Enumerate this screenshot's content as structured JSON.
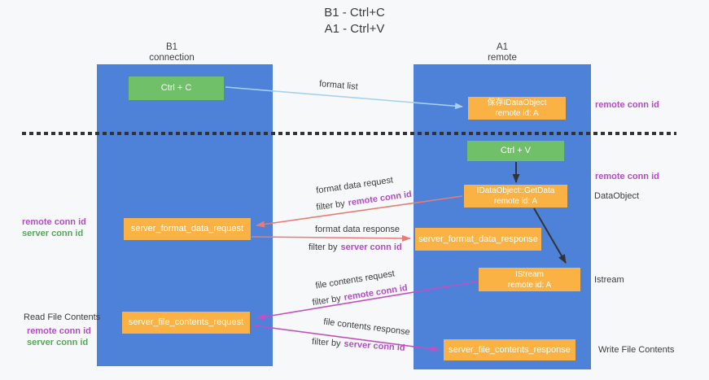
{
  "title": {
    "line1": "B1 - Ctrl+C",
    "line2": "A1 - Ctrl+V"
  },
  "columns": {
    "left": {
      "title": "B1",
      "subtitle": "connection"
    },
    "right": {
      "title": "A1",
      "subtitle": "remote"
    }
  },
  "boxes": {
    "ctrl_c": {
      "label": "Ctrl + C"
    },
    "ctrl_v": {
      "label": "Ctrl + V"
    },
    "save_idataobject": {
      "line1": "保存IDataObject",
      "line2": "remote id: A"
    },
    "getdata": {
      "line1": "IDataObject::GetData",
      "line2": "remote id: A"
    },
    "istream": {
      "line1": "IStream",
      "line2": "remote id: A"
    },
    "server_format_data_request": {
      "label": "server_format_data_request"
    },
    "server_format_data_response": {
      "label": "server_format_data_response"
    },
    "server_file_contents_request": {
      "label": "server_file_contents_request"
    },
    "server_file_contents_response": {
      "label": "server_file_contents_response"
    }
  },
  "labels": {
    "format_list": "format list",
    "format_data_request": "format data request",
    "format_data_response": "format data response",
    "file_contents_request": "file contents request",
    "file_contents_response": "file contents response",
    "filter_by": "filter by",
    "remote_conn_id": "remote conn id",
    "server_conn_id": "server conn id",
    "dataobject": "DataObject",
    "istream": "Istream",
    "read_file_contents": "Read File Contents",
    "write_file_contents": "Write File Contents"
  },
  "colors": {
    "column_blue": "#4d82d8",
    "box_orange": "#f9b243",
    "box_green": "#70bf69",
    "arrow_blue": "#a5d1ef",
    "arrow_red": "#e87c74",
    "arrow_magenta": "#c44fc4",
    "arrow_black": "#333333",
    "conn_purple": "#b04ec4",
    "conn_green": "#56a85a"
  }
}
